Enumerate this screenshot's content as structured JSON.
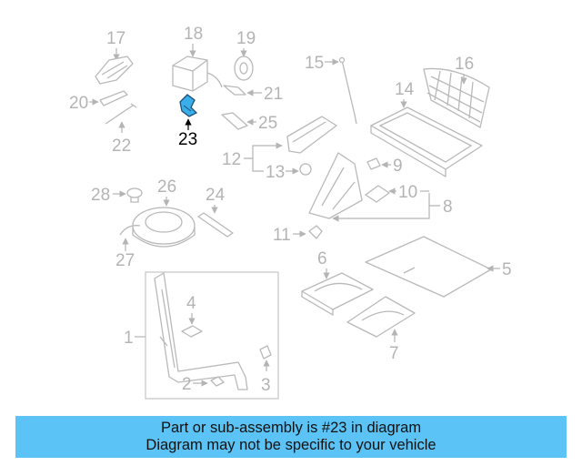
{
  "callouts": {
    "c1": "1",
    "c2": "2",
    "c3": "3",
    "c4": "4",
    "c5": "5",
    "c6": "6",
    "c7": "7",
    "c8": "8",
    "c9": "9",
    "c10": "10",
    "c11": "11",
    "c12": "12",
    "c13": "13",
    "c14": "14",
    "c15": "15",
    "c16": "16",
    "c17": "17",
    "c18": "18",
    "c19": "19",
    "c20": "20",
    "c21": "21",
    "c22": "22",
    "c23": "23",
    "c24": "24",
    "c25": "25",
    "c26": "26",
    "c27": "27",
    "c28": "28"
  },
  "highlight": {
    "part": "23",
    "color": "#3aaee8"
  },
  "caption": {
    "line1": "Part or sub-assembly is #23 in diagram",
    "line2": "Diagram may not be specific to your vehicle",
    "background": "#5bc3f5"
  }
}
